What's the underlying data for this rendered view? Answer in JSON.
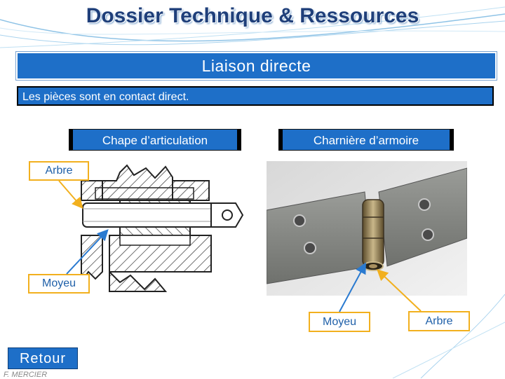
{
  "header": {
    "title": "Dossier Technique & Ressources"
  },
  "section": {
    "banner": "Liaison directe",
    "description": "Les pièces sont en contact direct."
  },
  "figures": {
    "left_caption": "Chape d’articulation",
    "right_caption": "Charnière d’armoire"
  },
  "labels": {
    "arbre_left": "Arbre",
    "moyeu_left": "Moyeu",
    "moyeu_right": "Moyeu",
    "arbre_right": "Arbre"
  },
  "nav": {
    "retour": "Retour"
  },
  "footer": {
    "author": "F. MERCIER"
  },
  "colors": {
    "accent": "#1e6fc8",
    "title": "#1f3f7a",
    "label_border": "#f2b01e"
  }
}
